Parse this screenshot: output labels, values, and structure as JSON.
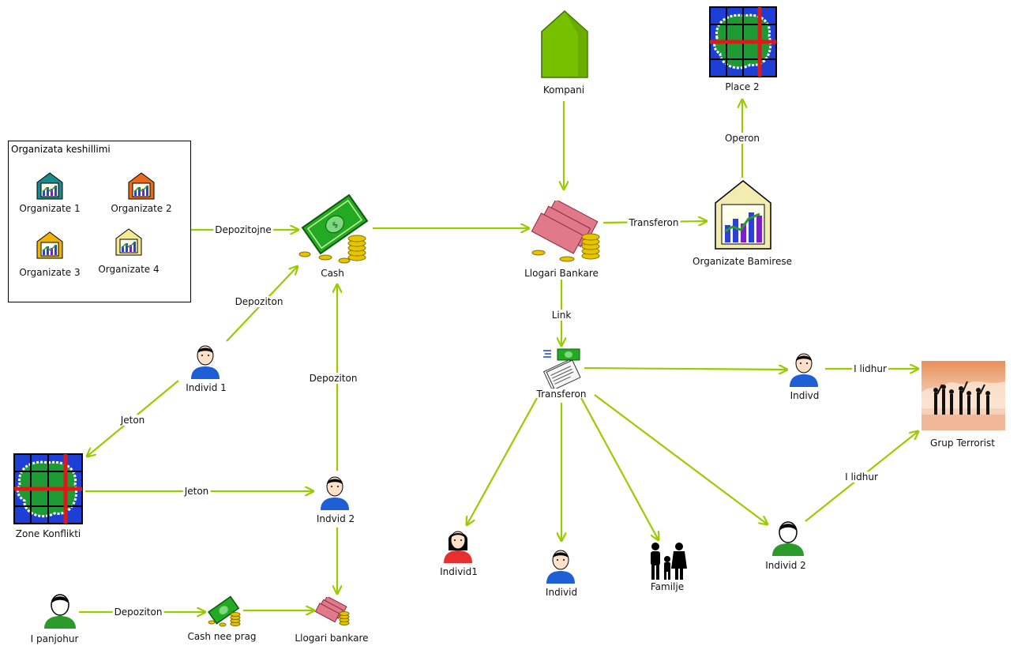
{
  "legend_box": {
    "title": "Organizata keshillimi",
    "items": [
      "Organizate 1",
      "Organizate 2",
      "Organizate 3",
      "Organizate 4"
    ]
  },
  "nodes": {
    "kompani": "Kompani",
    "place2": "Place 2",
    "cash": "Cash",
    "llogari_bankare": "Llogari Bankare",
    "organizate_bamirese": "Organizate  Bamirese",
    "individ1": "Individ 1",
    "transferon_node": "Transferon",
    "indivd": "Indivd",
    "grup_terrorist": "Grup Terrorist",
    "zone_konflikti": "Zone Konflikti",
    "indvid2": "Indvid 2",
    "individ1_red": "Individ1",
    "individ": "Individ",
    "familje": "Familje",
    "individ2_green": "Individ 2",
    "i_panjohur": "I panjohur",
    "cash_nee_prag": "Cash nee prag",
    "llogari_bankare_small": "Llogari bankare"
  },
  "edge_labels": {
    "depozitojne": "Depozitojne",
    "transferon": "Transferon",
    "operon": "Operon",
    "link": "Link",
    "depoziton_1": "Depoziton",
    "depoziton_2": "Depoziton",
    "depoziton_3": "Depoziton",
    "jeton_1": "Jeton",
    "jeton_2": "Jeton",
    "i_lidhur_1": "I lidhur",
    "i_lidhur_2": "I lidhur"
  },
  "colors": {
    "edge": "#99cc00",
    "house_green": "#77c000",
    "money_green": "#22aa22",
    "gold": "#e5c400",
    "grid_blue": "#1d3fd6",
    "grid_red": "#e01818",
    "person_blue": "#1e5fd6",
    "person_red": "#e63030",
    "person_green": "#2a9a2a"
  }
}
